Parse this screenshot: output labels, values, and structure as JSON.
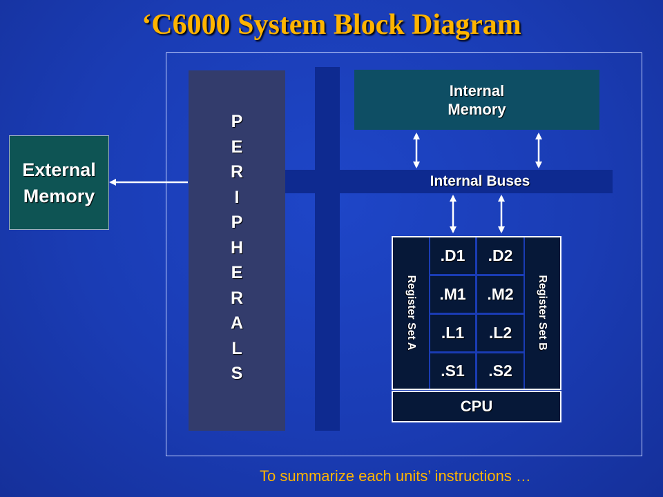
{
  "title": "‘C6000 System Block Diagram",
  "external_memory": {
    "line1": "External",
    "line2": "Memory"
  },
  "peripherals_letters": [
    "P",
    "E",
    "R",
    "I",
    "P",
    "H",
    "E",
    "R",
    "A",
    "L",
    "S"
  ],
  "internal_memory": {
    "line1": "Internal",
    "line2": "Memory"
  },
  "internal_buses": "Internal Buses",
  "register_set_a": "Register Set A",
  "register_set_b": "Register Set B",
  "units": {
    "d1": ".D1",
    "d2": ".D2",
    "m1": ".M1",
    "m2": ".M2",
    "l1": ".L1",
    "l2": ".L2",
    "s1": ".S1",
    "s2": ".S2"
  },
  "cpu": "CPU",
  "caption": "To summarize each units’ instructions …",
  "colors": {
    "title": "#ffb400",
    "background": "#1a3cb4",
    "peripherals": "#333c6c",
    "bus": "#0e2a90",
    "internal_memory": "#0e4e64",
    "external_memory": "#0e5454",
    "cpu_dark": "#061838"
  }
}
